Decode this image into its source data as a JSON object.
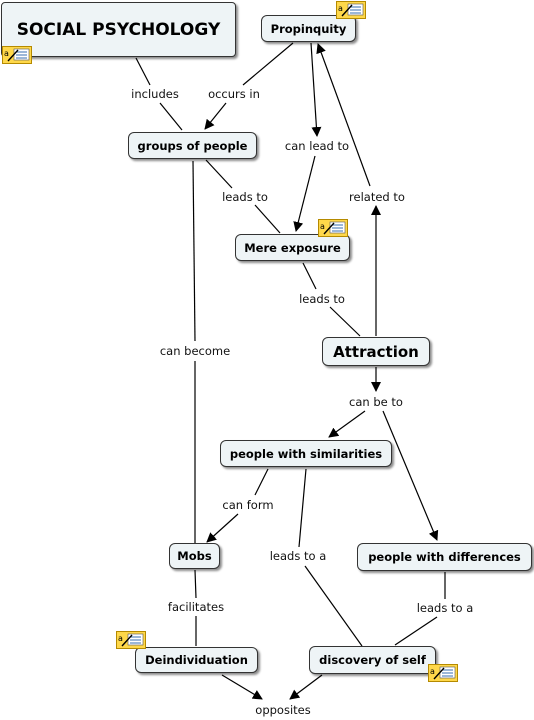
{
  "concepts": {
    "social_psychology": "SOCIAL PSYCHOLOGY",
    "propinquity": "Propinquity",
    "groups_of_people": "groups of people",
    "mere_exposure": "Mere exposure",
    "attraction": "Attraction",
    "people_with_similarities": "people with similarities",
    "mobs": "Mobs",
    "people_with_differences": "people with differences",
    "deindividuation": "Deindividuation",
    "discovery_of_self": "discovery of self"
  },
  "links": {
    "includes": "includes",
    "occurs_in": "occurs in",
    "can_lead_to": "can lead to",
    "leads_to_1": "leads to",
    "related_to": "related to",
    "leads_to_2": "leads to",
    "can_become": "can become",
    "can_be_to": "can be to",
    "can_form": "can form",
    "leads_to_a_1": "leads to a",
    "leads_to_a_2": "leads to a",
    "facilitates": "facilitates",
    "opposites": "opposites"
  },
  "colors": {
    "node_fill": "#eef4f6",
    "node_border": "#333333",
    "line": "#000000",
    "note_fill": "#ffd84a",
    "note_border": "#b58a00"
  }
}
